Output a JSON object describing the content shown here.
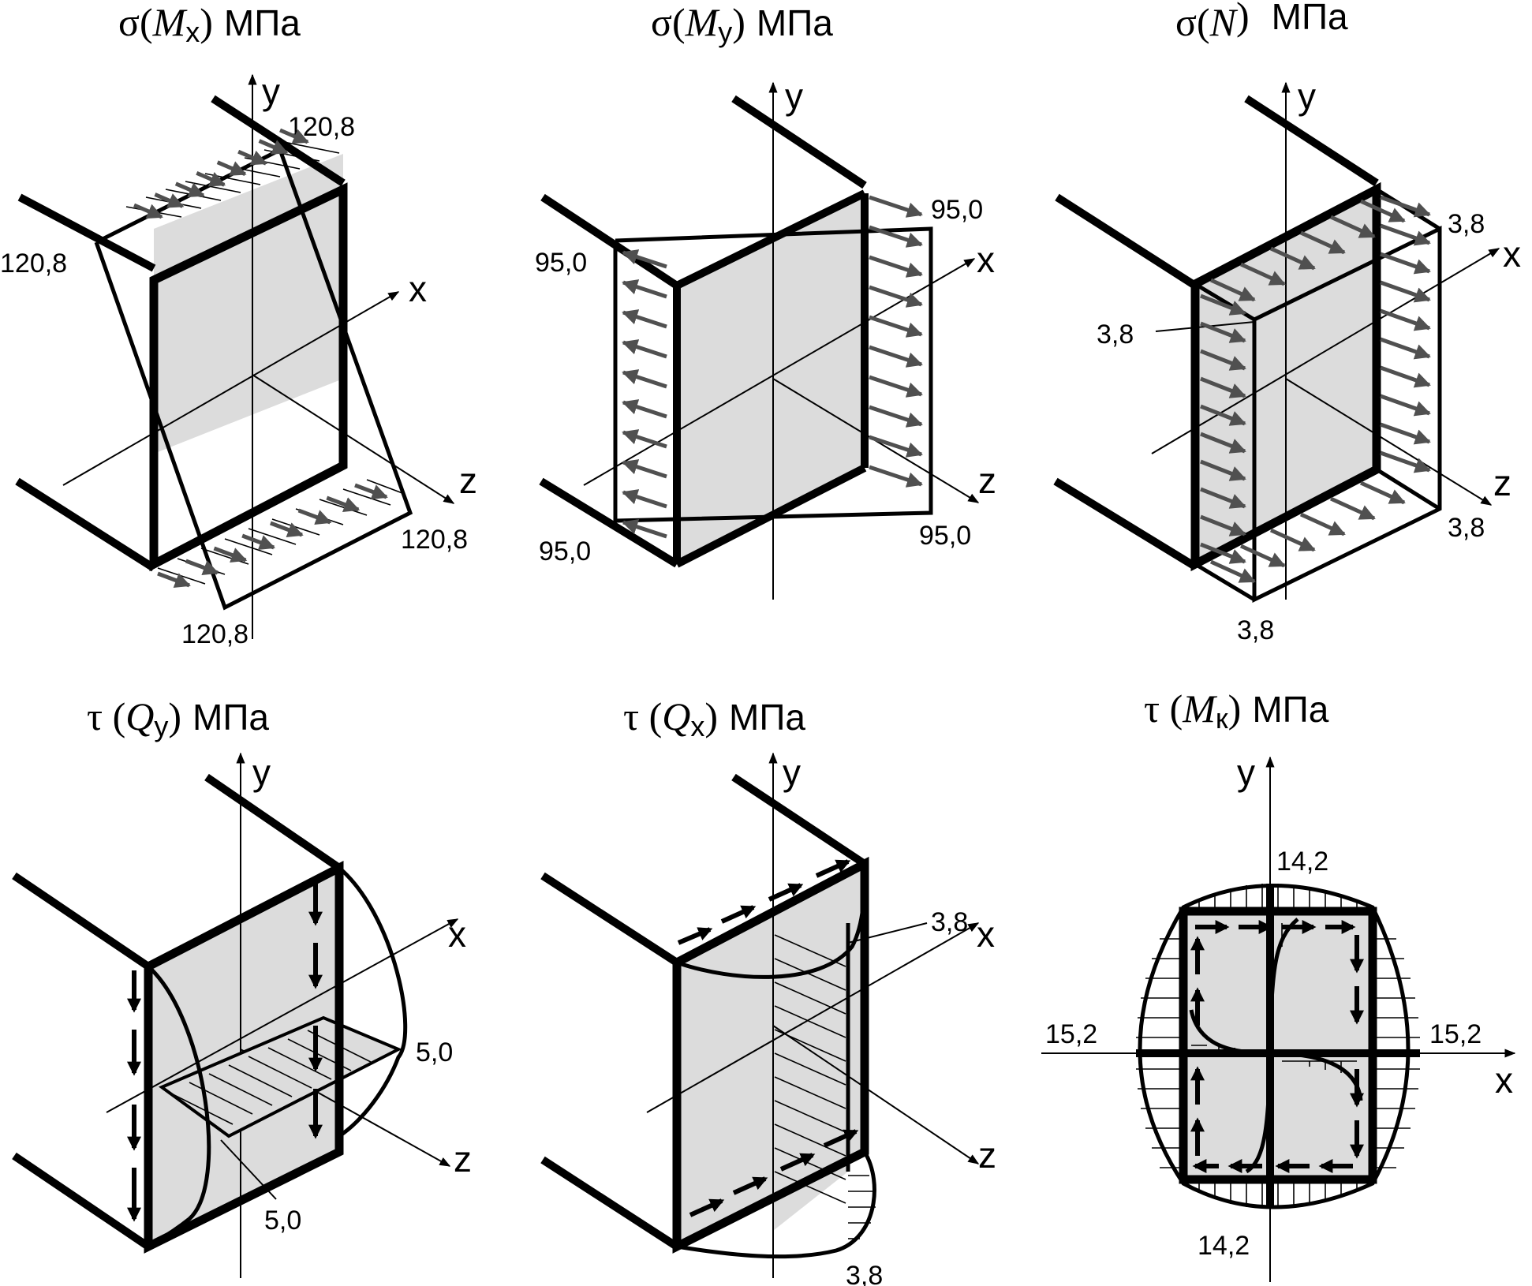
{
  "panels": {
    "sigma_mx": {
      "title": {
        "prefix": "σ(",
        "sym": "M",
        "sub": "x",
        "suffix": ")",
        "unit": "МПа"
      },
      "axes": {
        "x": "x",
        "y": "y",
        "z": "z"
      },
      "labels": [
        "120,8",
        "120,8",
        "120,8",
        "120,8"
      ]
    },
    "sigma_my": {
      "title": {
        "prefix": "σ(",
        "sym": "M",
        "sub": "y",
        "suffix": ")",
        "unit": "МПа"
      },
      "axes": {
        "x": "x",
        "y": "y",
        "z": "z"
      },
      "labels": [
        "95,0",
        "95,0",
        "95,0",
        "95,0"
      ]
    },
    "sigma_n": {
      "title": {
        "prefix": "σ(",
        "sym": "N",
        "sub": "",
        "suffix": ")",
        "unit": "МПа"
      },
      "axes": {
        "x": "x",
        "y": "y",
        "z": "z"
      },
      "labels": [
        "3,8",
        "3,8",
        "3,8",
        "3,8"
      ]
    },
    "tau_qy": {
      "title": {
        "prefix": "τ (",
        "sym": "Q",
        "sub": "y",
        "suffix": ")",
        "unit": "МПа"
      },
      "axes": {
        "x": "x",
        "y": "y",
        "z": "z"
      },
      "labels": [
        "5,0",
        "5,0"
      ]
    },
    "tau_qx": {
      "title": {
        "prefix": "τ (",
        "sym": "Q",
        "sub": "x",
        "suffix": ")",
        "unit": "МПа"
      },
      "axes": {
        "x": "x",
        "y": "y",
        "z": "z"
      },
      "labels": [
        "3,8",
        "3,8"
      ]
    },
    "tau_mk": {
      "title": {
        "prefix": "τ (",
        "sym": "M",
        "sub": "к",
        "suffix": ")",
        "unit": "МПа"
      },
      "axes": {
        "x": "x",
        "y": "y"
      },
      "labels": [
        "14,2",
        "14,2",
        "15,2",
        "15,2"
      ]
    }
  },
  "colors": {
    "face": "#dcdcdc",
    "arrow": "#505050",
    "ink": "#000000"
  }
}
